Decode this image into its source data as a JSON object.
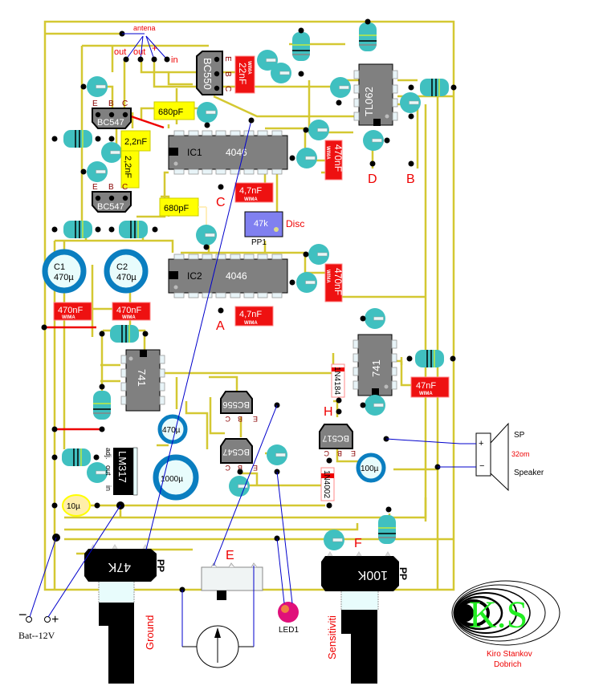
{
  "title": "Metal detector PCB layout",
  "antenna": {
    "label": "antena",
    "pins": [
      "out",
      "out",
      "+",
      "in"
    ]
  },
  "transistors": {
    "bc550": {
      "name": "BC550",
      "pins": [
        "E",
        "B",
        "C"
      ]
    },
    "bc547_top": {
      "name": "BC547",
      "pins": [
        "E",
        "B",
        "C"
      ]
    },
    "bc547_mid": {
      "name": "BC547",
      "pins": [
        "E",
        "B",
        "C"
      ]
    },
    "bc556": {
      "name": "BC556",
      "pins": [
        "C",
        "B",
        "E"
      ]
    },
    "bc547_low": {
      "name": "BC547",
      "pins": [
        "C",
        "B",
        "E"
      ]
    },
    "bc517": {
      "name": "BC517",
      "pins": [
        "C",
        "B",
        "E"
      ]
    }
  },
  "ics": {
    "tl062": "TL062",
    "ic1": {
      "ref": "IC1",
      "part": "4046"
    },
    "ic2": {
      "ref": "IC2",
      "part": "4046"
    },
    "op741_left": "741",
    "op741_right": "741",
    "lm317": {
      "name": "LM317",
      "pins": [
        "adj.",
        "out",
        "in"
      ]
    }
  },
  "capacitors": {
    "c22n": "22nF",
    "c680a": "680pF",
    "c680b": "680pF",
    "c22a": "2,2nF",
    "c22b": "2,2nF",
    "c470n_ic1": "470nF",
    "c47_ic1": "4,7nF",
    "c470n_ic2": "470nF",
    "c47_ic2": "4,7nF",
    "c470n_l1": "470nF",
    "c470n_l2": "470nF",
    "c47n": "47nF",
    "wima": "WIMA",
    "c1": {
      "ref": "C1",
      "value": "470µ"
    },
    "c2": {
      "ref": "C2",
      "value": "470µ"
    },
    "c470u": "470µ",
    "c1000u": "1000µ",
    "c100u": "100µ",
    "c10u": "10µ"
  },
  "trimmer": {
    "value": "47k",
    "ref": "PP1",
    "label": "Disc"
  },
  "diodes": {
    "d1": "1N4184",
    "d2": "1N4002"
  },
  "test_points": [
    "A",
    "B",
    "C",
    "D",
    "E",
    "F",
    "H"
  ],
  "speaker": {
    "label": "SP",
    "impedance": "32om",
    "name": "Speaker",
    "plus": "+",
    "minus": "−"
  },
  "pots": {
    "p47k": {
      "value": "47K",
      "tag": "PP",
      "label": "Ground"
    },
    "p100k": {
      "value": "100K",
      "tag": "PP",
      "label": "Sensitiviti"
    }
  },
  "battery": {
    "minus": "−",
    "plus": "+",
    "label": "Bat--12V"
  },
  "led": "LED1",
  "logo": {
    "initials": "K.S",
    "author": "Kiro Stankov",
    "city": "Dobrich"
  },
  "colors": {
    "trace": "#d4c832",
    "wire": "#0000cc",
    "cap_red": "#ee1111",
    "cap_yellow": "#ffff00",
    "teal": "#40c0c0",
    "ic_gray": "#808080",
    "elco_blue": "#0a7ec0"
  }
}
